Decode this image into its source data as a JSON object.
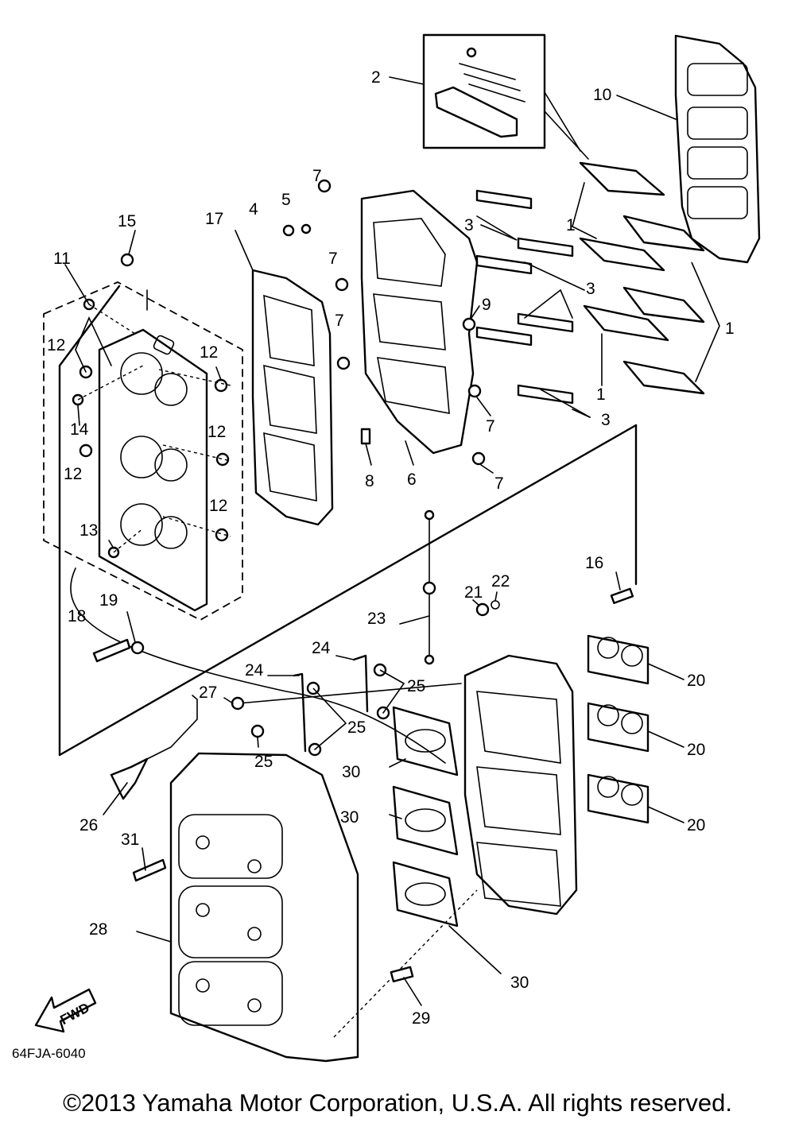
{
  "diagram": {
    "drawing_code": "64FJA-6040",
    "direction_label": "FWD",
    "copyright": "©2013 Yamaha Motor Corporation, U.S.A. All rights reserved.",
    "callouts": [
      {
        "id": "c1a",
        "text": "1"
      },
      {
        "id": "c1b",
        "text": "1"
      },
      {
        "id": "c1c",
        "text": "1"
      },
      {
        "id": "c2",
        "text": "2"
      },
      {
        "id": "c3a",
        "text": "3"
      },
      {
        "id": "c3b",
        "text": "3"
      },
      {
        "id": "c3c",
        "text": "3"
      },
      {
        "id": "c4",
        "text": "4"
      },
      {
        "id": "c5",
        "text": "5"
      },
      {
        "id": "c6",
        "text": "6"
      },
      {
        "id": "c7a",
        "text": "7"
      },
      {
        "id": "c7b",
        "text": "7"
      },
      {
        "id": "c7c",
        "text": "7"
      },
      {
        "id": "c7d",
        "text": "7"
      },
      {
        "id": "c7e",
        "text": "7"
      },
      {
        "id": "c8",
        "text": "8"
      },
      {
        "id": "c9",
        "text": "9"
      },
      {
        "id": "c10",
        "text": "10"
      },
      {
        "id": "c11",
        "text": "11"
      },
      {
        "id": "c12a",
        "text": "12"
      },
      {
        "id": "c12b",
        "text": "12"
      },
      {
        "id": "c12c",
        "text": "12"
      },
      {
        "id": "c12d",
        "text": "12"
      },
      {
        "id": "c12e",
        "text": "12"
      },
      {
        "id": "c13",
        "text": "13"
      },
      {
        "id": "c14",
        "text": "14"
      },
      {
        "id": "c15",
        "text": "15"
      },
      {
        "id": "c16",
        "text": "16"
      },
      {
        "id": "c17",
        "text": "17"
      },
      {
        "id": "c18",
        "text": "18"
      },
      {
        "id": "c19",
        "text": "19"
      },
      {
        "id": "c20a",
        "text": "20"
      },
      {
        "id": "c20b",
        "text": "20"
      },
      {
        "id": "c20c",
        "text": "20"
      },
      {
        "id": "c21",
        "text": "21"
      },
      {
        "id": "c22",
        "text": "22"
      },
      {
        "id": "c23",
        "text": "23"
      },
      {
        "id": "c24a",
        "text": "24"
      },
      {
        "id": "c24b",
        "text": "24"
      },
      {
        "id": "c25a",
        "text": "25"
      },
      {
        "id": "c25b",
        "text": "25"
      },
      {
        "id": "c25c",
        "text": "25"
      },
      {
        "id": "c26",
        "text": "26"
      },
      {
        "id": "c27",
        "text": "27"
      },
      {
        "id": "c28",
        "text": "28"
      },
      {
        "id": "c29",
        "text": "29"
      },
      {
        "id": "c30a",
        "text": "30"
      },
      {
        "id": "c30b",
        "text": "30"
      },
      {
        "id": "c30c",
        "text": "30"
      },
      {
        "id": "c31",
        "text": "31"
      }
    ]
  }
}
